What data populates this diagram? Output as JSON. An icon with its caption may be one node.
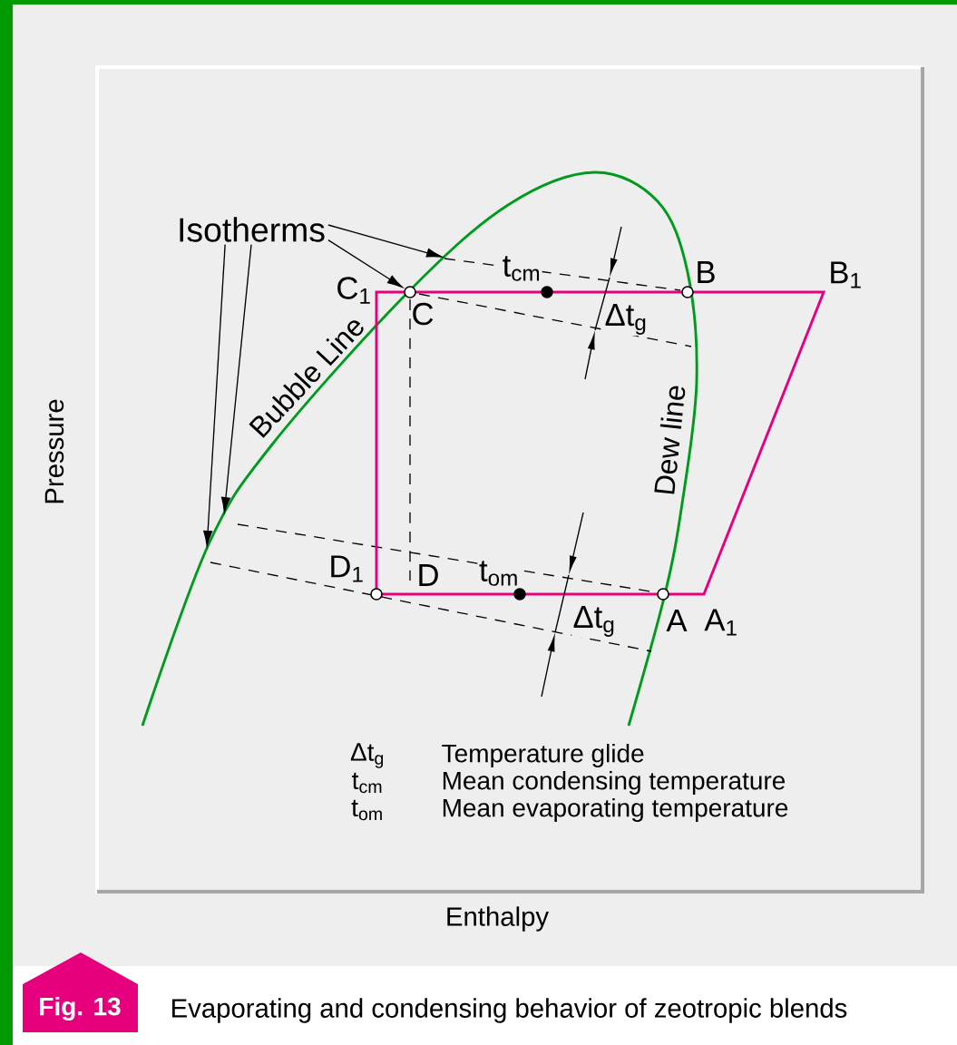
{
  "diagram": {
    "caption": "Evaporating and condensing behavior of zeotropic blends",
    "nodes": [
      {
        "text": [
          "Isotherms"
        ]
      },
      {
        "text": [],
        "shape": "circle"
      }
    ],
    "edges": [
      {
        "from": 0,
        "to": null,
        "arrow": "to"
      },
      {
        "from": 0,
        "to": 1,
        "arrow": "to"
      },
      {
        "from": 0,
        "to": null,
        "arrow": "to"
      },
      {
        "from": 0,
        "to": null,
        "arrow": "to"
      }
    ],
    "labels": [
      "t$_{cm}$",
      "B",
      "B$_{1}$",
      "C$_{1}$",
      "C",
      "Δt$_{g}$",
      "Bubble Line",
      "Pressure",
      "Dew line",
      "D$_{1}$",
      "D",
      "t$_{om}$",
      "Δt$_{g}$",
      "A",
      "A$_{1}$",
      "Δt$_{g}$",
      "Temperature glide",
      "t$_{cm}$",
      "Mean condensing temperature",
      "t$_{om}$",
      "Mean evaporating temperature",
      "Enthalpy",
      "Fig. 13"
    ]
  }
}
